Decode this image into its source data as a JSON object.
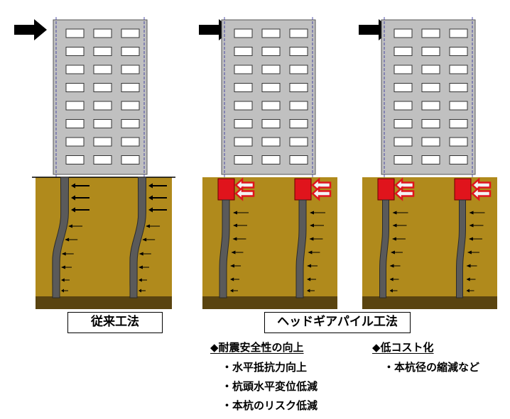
{
  "labels": {
    "conventional": "従来工法",
    "headgear": "ヘッドギアパイル工法"
  },
  "benefits": {
    "seismic_heading": "◆耐震安全性の向上",
    "seismic_items": [
      "・水平抵抗力向上",
      "・杭頭水平変位低減",
      "・本杭のリスク低減"
    ],
    "cost_heading": "◆低コスト化",
    "cost_items": [
      "・本杭径の縮減など"
    ]
  },
  "colors": {
    "building": "#c0c0c0",
    "window": "#ffffff",
    "soil": "#b08a1c",
    "soil_base": "#5a4410",
    "pile": "#5a5a5a",
    "pile_head": "#e0141c",
    "arrow": "#000000"
  },
  "icons": [
    "load-arrow-icon",
    "head-arrow-icon",
    "resistance-arrow-icon"
  ]
}
